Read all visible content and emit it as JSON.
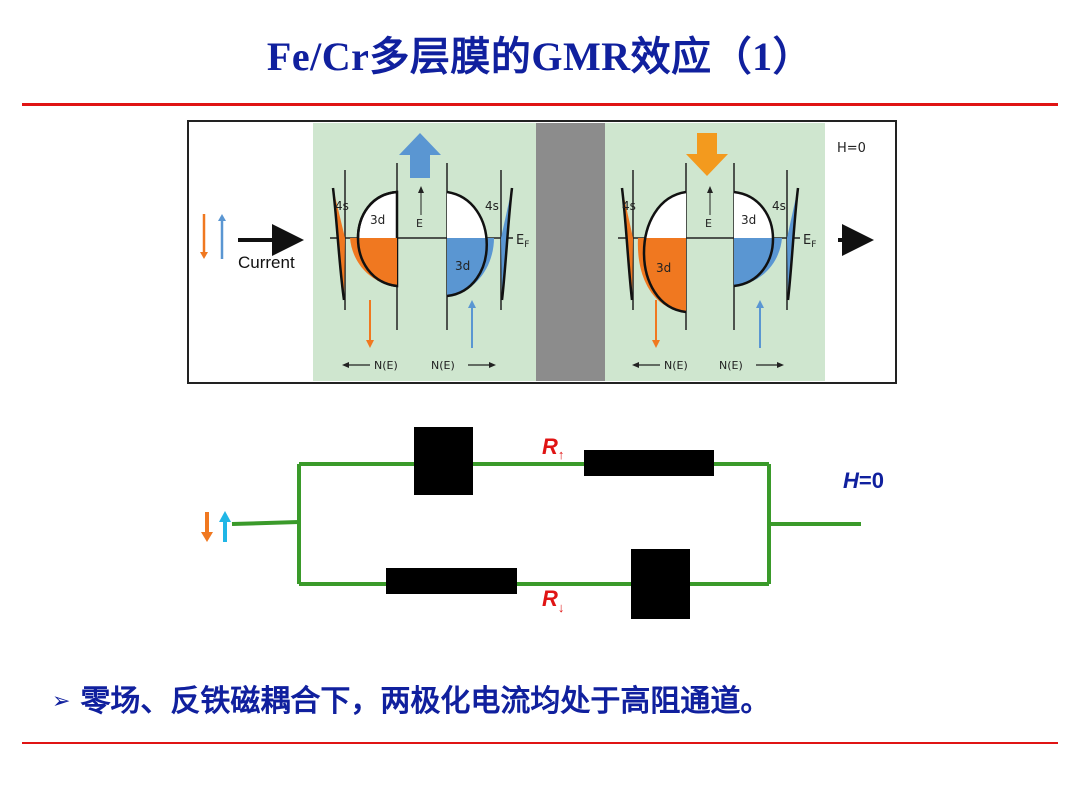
{
  "title": "Fe/Cr多层膜的GMR效应（1）",
  "band_panel": {
    "field_label": "H=0",
    "current_label": "Current",
    "s_band": "4s",
    "d_band": "3d",
    "energy_axis": "E",
    "fermi": "E",
    "fermi_sub": "F",
    "dos_label": "N(E)",
    "colors": {
      "spin_down": "#f07820",
      "spin_up": "#5a96d2",
      "layer_bg": "#cfe6cf",
      "spacer": "#8c8c8c"
    }
  },
  "circuit": {
    "field_label_italic": "H",
    "field_label_value": "=0",
    "r_up": "R",
    "r_up_sub": "↑",
    "r_down": "R",
    "r_down_sub": "↓",
    "spin_glyphs": [
      "↓",
      "↑"
    ],
    "wire_color": "#3a9a2a"
  },
  "bullet": "零场、反铁磁耦合下，两极化电流均处于高阻通道。"
}
